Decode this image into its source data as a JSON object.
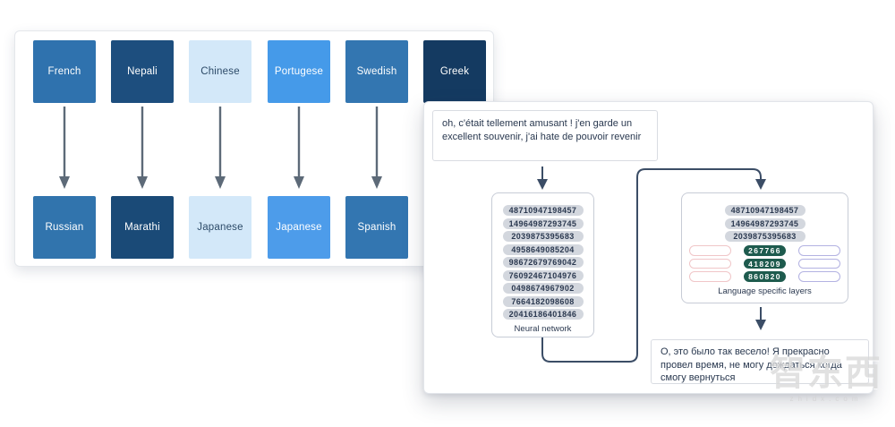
{
  "left_panel": {
    "pairs": [
      {
        "source": "French",
        "target": "Russian",
        "source_color": "#2f72ae",
        "target_color": "#3174ad",
        "text_color": "#ffffff"
      },
      {
        "source": "Nepali",
        "target": "Marathi",
        "source_color": "#1d4e7e",
        "target_color": "#1a4a77",
        "text_color": "#ffffff"
      },
      {
        "source": "Chinese",
        "target": "Japanese",
        "source_color": "#d3e8f9",
        "target_color": "#d3e8f9",
        "text_color": "#2c4a68"
      },
      {
        "source": "Portugese",
        "target": "Japanese",
        "source_color": "#459ae9",
        "target_color": "#4d9cea",
        "text_color": "#ffffff"
      },
      {
        "source": "Swedish",
        "target": "Spanish",
        "source_color": "#3376b1",
        "target_color": "#3376b1",
        "text_color": "#ffffff"
      },
      {
        "source": "Greek",
        "target": "",
        "source_color": "#143a61",
        "target_color": "",
        "text_color": "#ffffff"
      }
    ],
    "arrow_color": "#5d6a78"
  },
  "right_panel": {
    "input_text": "oh, c'était tellement amusant ! j'en garde un excellent souvenir, j'ai hate de pouvoir revenir",
    "neural_network": {
      "label": "Neural network",
      "codes": [
        "48710947198457",
        "14964987293745",
        "2039875395683",
        "4958649085204",
        "98672679769042",
        "76092467104976",
        "0498674967902",
        "7664182098608",
        "20416186401846"
      ]
    },
    "language_layers": {
      "label": "Language specific layers",
      "shared_codes": [
        "48710947198457",
        "14964987293745",
        "2039875395683"
      ],
      "active_codes": [
        "267766",
        "418209",
        "860820"
      ],
      "active_color": "#1e5b4e",
      "left_slot_border": "#f0c6c8",
      "right_slot_border": "#b3b2e2"
    },
    "output_text": "О, это было так весело! Я прекрасно провел время, не могу дождаться когда смогу вернуться",
    "connector_color": "#3b4d66"
  },
  "watermark": {
    "logo": "智东西",
    "site": "zhidx.com"
  }
}
